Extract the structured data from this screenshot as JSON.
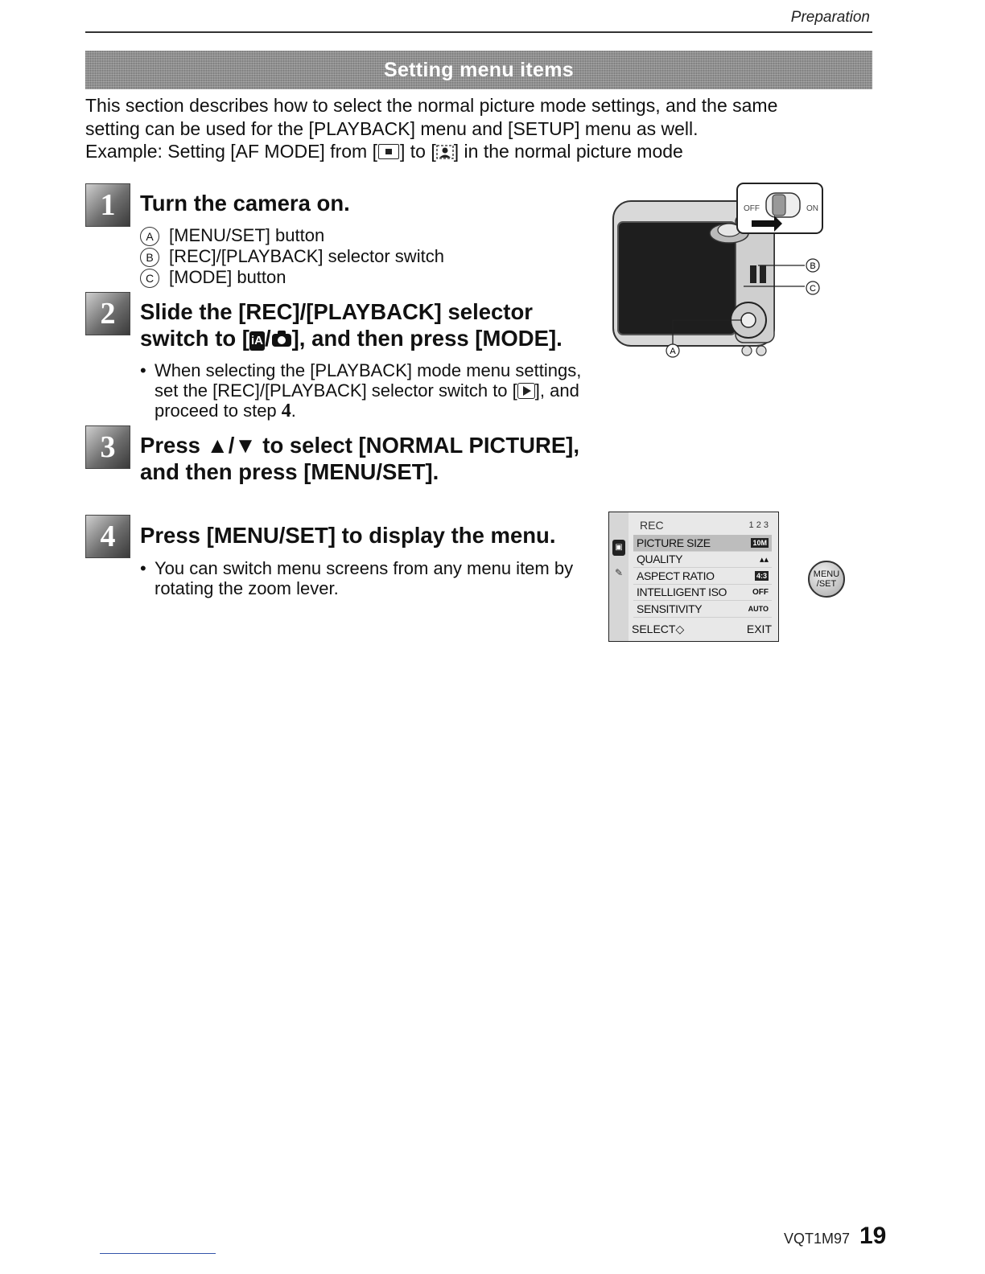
{
  "header": {
    "section": "Preparation",
    "title": "Setting menu items"
  },
  "intro": {
    "line1": "This section describes how to select the normal picture mode settings, and the same",
    "line2": "setting can be used for the [PLAYBACK] menu and [SETUP] menu as well.",
    "line3_a": "Example: Setting [AF MODE] from [",
    "line3_b": "] to [",
    "line3_c": "] in the normal picture mode"
  },
  "steps": [
    {
      "num": "1",
      "title": "Turn the camera on.",
      "items": [
        {
          "mark": "A",
          "text": "[MENU/SET] button"
        },
        {
          "mark": "B",
          "text": "[REC]/[PLAYBACK] selector switch"
        },
        {
          "mark": "C",
          "text": "[MODE] button"
        }
      ]
    },
    {
      "num": "2",
      "title_line1": "Slide the [REC]/[PLAYBACK] selector",
      "title_line2_a": "switch to [",
      "title_line2_icon": "iA",
      "title_line2_b": "], and then press [MODE].",
      "bullet_a": "When selecting the [PLAYBACK] mode menu settings,",
      "bullet_b": "set the [REC]/[PLAYBACK] selector switch to [",
      "bullet_c": "], and",
      "bullet_d": "proceed to step ",
      "bullet_step": "4",
      "bullet_end": "."
    },
    {
      "num": "3",
      "title_line1": "Press ▲/▼ to select [NORMAL PICTURE],",
      "title_line2": "and then press [MENU/SET]."
    },
    {
      "num": "4",
      "title": "Press [MENU/SET] to display the menu.",
      "bullet_a": "You can switch menu screens from any menu item by",
      "bullet_b": "rotating the zoom lever."
    }
  ],
  "camera": {
    "switch_off": "OFF",
    "switch_on": "ON",
    "callout_a": "A",
    "callout_b": "B",
    "callout_c": "C"
  },
  "menu_screen": {
    "heading": "REC",
    "pages": "1 2 3",
    "rows": [
      {
        "label": "PICTURE SIZE",
        "value": "10M"
      },
      {
        "label": "QUALITY",
        "value": ""
      },
      {
        "label": "ASPECT RATIO",
        "value": "4:3"
      },
      {
        "label": "INTELLIGENT ISO",
        "value": "OFF"
      },
      {
        "label": "SENSITIVITY",
        "value": "AUTO"
      }
    ],
    "select": "SELECT◇",
    "exit": "EXIT"
  },
  "menu_set_button": {
    "line1": "MENU",
    "line2": "/SET"
  },
  "footer": {
    "code": "VQT1M97",
    "page": "19"
  }
}
